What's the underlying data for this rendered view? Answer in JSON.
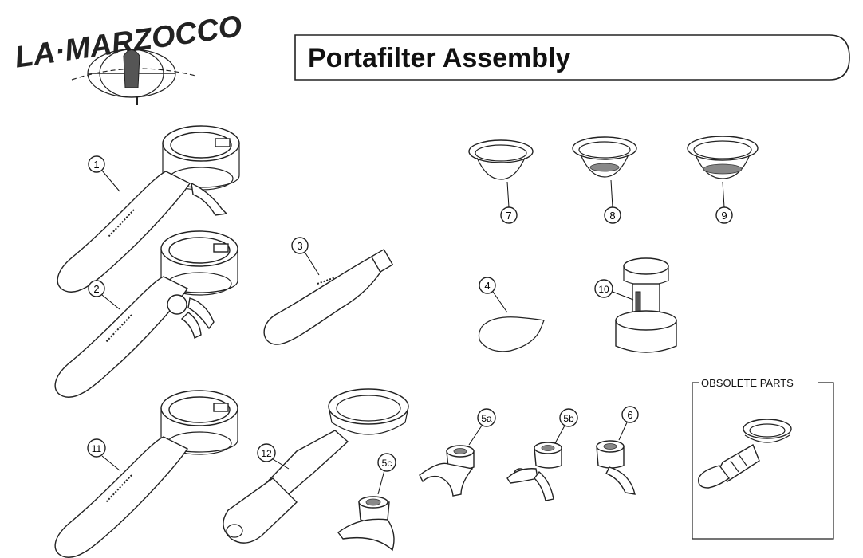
{
  "brand": {
    "logo_text": "LA·MARZOCCO"
  },
  "header": {
    "title": "Portafilter Assembly"
  },
  "obsolete_box": {
    "label": "OBSOLETE PARTS"
  },
  "callouts": {
    "c1": "1",
    "c2": "2",
    "c3": "3",
    "c4": "4",
    "c5a": "5a",
    "c5b": "5b",
    "c5c": "5c",
    "c6": "6",
    "c7": "7",
    "c8": "8",
    "c9": "9",
    "c10": "10",
    "c11": "11",
    "c12": "12"
  },
  "icons": {
    "logo": "lion-globe-emblem-icon",
    "parts": [
      "portafilter-double-spout-icon",
      "portafilter-split-spout-icon",
      "handle-icon",
      "basket-spring-icon",
      "spout-icon",
      "filter-basket-icon",
      "tamper-icon"
    ]
  },
  "colors": {
    "line": "#222222",
    "background": "#ffffff"
  }
}
